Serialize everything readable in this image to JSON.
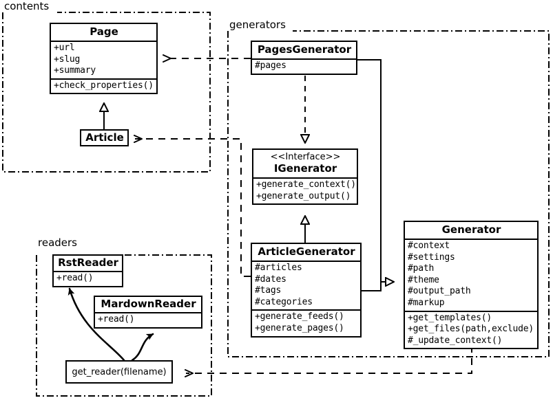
{
  "diagram": {
    "title": "Pelican UML class diagram",
    "stroke_color": "#000000",
    "background": "#ffffff"
  },
  "packages": [
    {
      "id": "contents",
      "label": "contents"
    },
    {
      "id": "generators",
      "label": "generators"
    },
    {
      "id": "readers",
      "label": "readers"
    }
  ],
  "classes": {
    "page": {
      "name": "Page",
      "attributes": [
        "+url",
        "+slug",
        "+summary"
      ],
      "operations": [
        "+check_properties()"
      ]
    },
    "article": {
      "name": "Article",
      "attributes": [],
      "operations": []
    },
    "pages_generator": {
      "name": "PagesGenerator",
      "attributes": [
        "#pages"
      ],
      "operations": []
    },
    "igenerator": {
      "stereotype": "<<Interface>>",
      "name": "IGenerator",
      "attributes": [],
      "operations": [
        "+generate_context()",
        "+generate_output()"
      ]
    },
    "article_generator": {
      "name": "ArticleGenerator",
      "attributes": [
        "#articles",
        "#dates",
        "#tags",
        "#categories"
      ],
      "operations": [
        "+generate_feeds()",
        "+generate_pages()"
      ]
    },
    "generator": {
      "name": "Generator",
      "attributes": [
        "#context",
        "#settings",
        "#path",
        "#theme",
        "#output_path",
        "#markup"
      ],
      "operations": [
        "+get_templates()",
        "+get_files(path,exclude)",
        "#_update_context()"
      ]
    },
    "get_reader": {
      "name": "get_reader(filename)"
    },
    "rst_reader": {
      "name": "RstReader",
      "operations": [
        "+read()"
      ]
    },
    "mardown_reader": {
      "name": "MardownReader",
      "operations": [
        "+read()"
      ]
    }
  },
  "relationships": [
    {
      "id": "article-inherits-page",
      "type": "generalization",
      "from": "Article",
      "to": "Page"
    },
    {
      "id": "pagesgenerator-realizes-igenerator",
      "type": "realization",
      "from": "PagesGenerator",
      "to": "IGenerator"
    },
    {
      "id": "articlegenerator-realizes-igenerator",
      "type": "generalization",
      "from": "ArticleGenerator",
      "to": "IGenerator"
    },
    {
      "id": "pagesgenerator-inherits-generator",
      "type": "generalization",
      "from": "PagesGenerator",
      "to": "Generator"
    },
    {
      "id": "articlegenerator-inherits-generator",
      "type": "generalization",
      "from": "ArticleGenerator",
      "to": "Generator"
    },
    {
      "id": "pagesgenerator-uses-page",
      "type": "dependency",
      "from": "PagesGenerator",
      "to": "Page"
    },
    {
      "id": "articlegenerator-uses-article",
      "type": "dependency",
      "from": "ArticleGenerator",
      "to": "Article"
    },
    {
      "id": "generator-uses-get-reader",
      "type": "dependency",
      "from": "Generator",
      "to": "get_reader(filename)"
    },
    {
      "id": "get-reader-returns-rstreader",
      "type": "association",
      "from": "get_reader(filename)",
      "to": "RstReader"
    },
    {
      "id": "get-reader-returns-mardownreader",
      "type": "association",
      "from": "get_reader(filename)",
      "to": "MardownReader"
    }
  ]
}
